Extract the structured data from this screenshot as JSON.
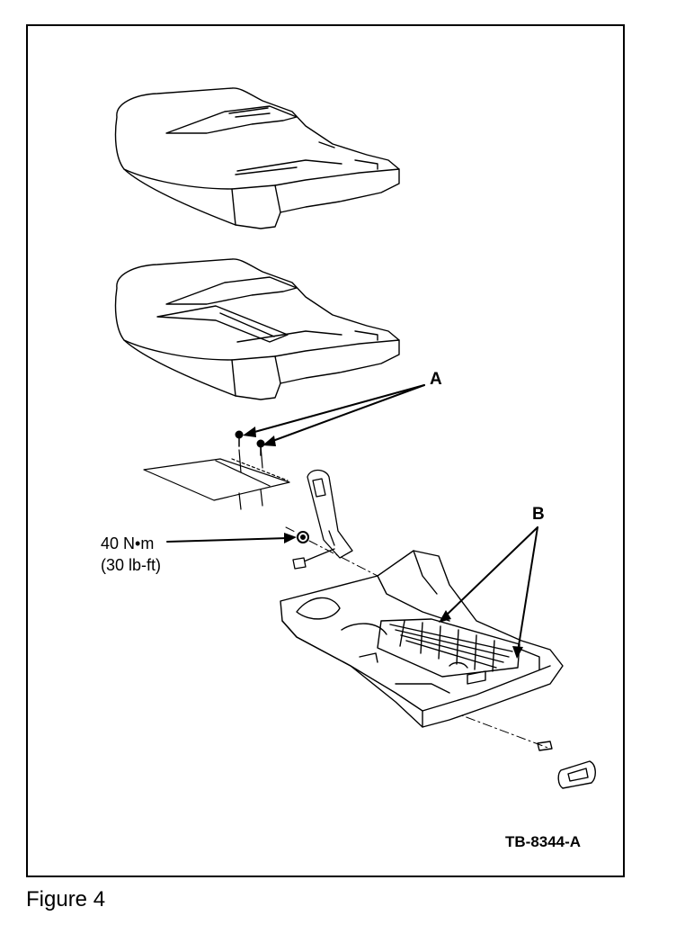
{
  "figure": {
    "caption": "Figure 4",
    "code": "TB-8344-A",
    "callouts": {
      "a": "A",
      "b": "B"
    },
    "torque": {
      "metric": "40 N•m",
      "imperial": "(30 lb-ft)"
    }
  }
}
